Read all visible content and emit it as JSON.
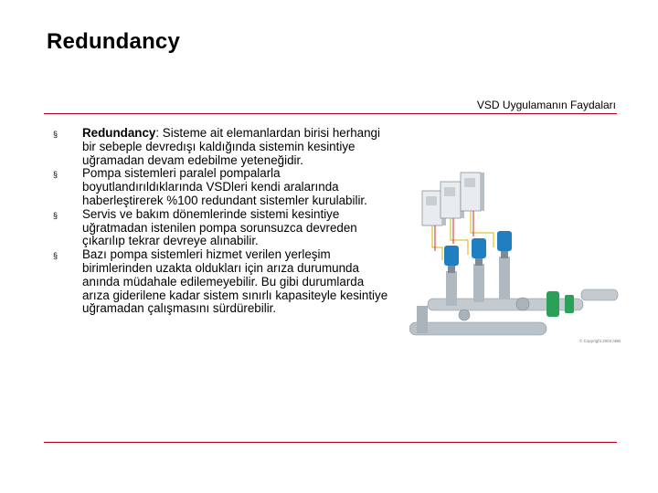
{
  "slide": {
    "title": "Redundancy",
    "subtitle": "VSD Uygulamanın Faydaları",
    "bullets": [
      {
        "term": "Redundancy",
        "text": ": Sisteme ait elemanlardan birisi herhangi bir sebeple devredışı kaldığında sistemin kesintiye uğramadan devam edebilme yeteneğidir."
      },
      {
        "text": "Pompa sistemleri paralel pompalarla boyutlandırıldıklarında VSDleri kendi aralarında haberleştirerek %100 redundant sistemler kurulabilir."
      },
      {
        "text": "Servis ve bakım dönemlerinde sistemi kesintiye uğratmadan istenilen pompa sorunsuzca devreden çıkarılıp tekrar devreye alınabilir."
      },
      {
        "text": "Bazı pompa sistemleri hizmet verilen yerleşim birimlerinden uzakta oldukları için arıza durumunda anında müdahale edilemeyebilir. Bu gibi durumlarda arıza giderilene kadar sistem sınırlı kapasiteyle kesintiye uğramadan çalışmasını sürdürebilir."
      }
    ],
    "bullet_symbol": "§",
    "illustration": {
      "subject": "parallel-pump-station-with-vsd-drives",
      "copyright": "© Copyright 2003 ABB"
    },
    "colors": {
      "accent_rule": "#b2001a",
      "pipe": "#b9c2c9",
      "motor_blue": "#1f7fc0",
      "valve_green": "#2aa05a",
      "wire_yellow": "#d8b400",
      "wire_red": "#cc2a2a"
    }
  }
}
